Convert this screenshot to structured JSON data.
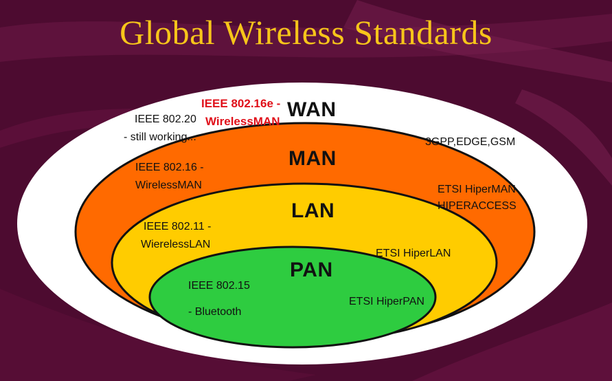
{
  "title": "Global Wireless Standards",
  "colors": {
    "background": "#4a0a2e",
    "title": "#f7c51a",
    "wan": "#ffffff",
    "man": "#ff6a00",
    "lan": "#ffcc00",
    "pan": "#2ecc40",
    "highlight_text": "#e0101a"
  },
  "rings": {
    "wan": {
      "name": "WAN",
      "labels": {
        "ieee_80220": {
          "line1": "IEEE 802.20",
          "line2": "- still working..."
        },
        "ieee_80216e": {
          "line1": "IEEE 802.16e -",
          "line2": "WirelessMAN"
        },
        "cellular": {
          "line1": "3GPP,EDGE,GSM"
        }
      }
    },
    "man": {
      "name": "MAN",
      "labels": {
        "ieee_80216": {
          "line1": "IEEE 802.16 -",
          "line2": "WirelessMAN"
        },
        "etsi": {
          "line1": "ETSI HiperMAN",
          "line2": "HIPERACCESS"
        }
      }
    },
    "lan": {
      "name": "LAN",
      "labels": {
        "ieee_80211": {
          "line1": "IEEE 802.11 -",
          "line2": "WierelessLAN"
        },
        "etsi": {
          "line1": "ETSI HiperLAN"
        }
      }
    },
    "pan": {
      "name": "PAN",
      "labels": {
        "ieee_80215": {
          "line1": "IEEE 802.15",
          "line2": "- Bluetooth"
        },
        "etsi": {
          "line1": "ETSI HiperPAN"
        }
      }
    }
  }
}
